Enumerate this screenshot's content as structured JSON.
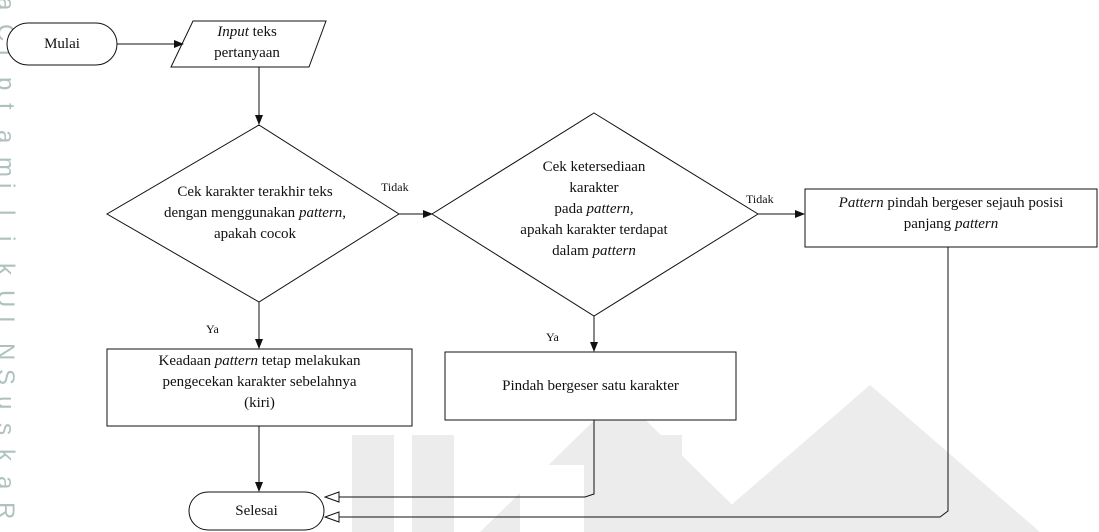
{
  "watermark": {
    "side_letters": [
      "a",
      "C",
      "i",
      "p",
      "t",
      "a",
      "m",
      "i",
      "l",
      "i",
      "k",
      "U",
      "I",
      "N",
      "S",
      "u",
      "s",
      "k",
      "a",
      "R"
    ],
    "color": "#6f8f8c"
  },
  "nodes": {
    "start": {
      "text": "Mulai"
    },
    "input": {
      "italic": "Input",
      "rest1": " teks",
      "line2": "pertanyaan"
    },
    "decision1": {
      "line1": "Cek karakter terakhir teks",
      "line2a": "dengan menggunakan ",
      "line2i": "pattern",
      "line2b": ",",
      "line3": "apakah cocok"
    },
    "decision2": {
      "line1": "Cek ketersediaan",
      "line2": "karakter",
      "line3a": "pada ",
      "line3i": "pattern,",
      "line4": "apakah karakter terdapat",
      "line5a": "dalam ",
      "line5i": "pattern"
    },
    "shift_pattern": {
      "italic": "Pattern",
      "rest1": " pindah bergeser sejauh posisi",
      "line2a": "panjang ",
      "line2i": "pattern"
    },
    "keep_state": {
      "line1a": "Keadaan ",
      "line1i": "pattern",
      "line1b": " tetap melakukan",
      "line2": "pengecekan karakter sebelahnya",
      "line3": "(kiri)"
    },
    "shift_one": {
      "text": "Pindah bergeser satu karakter"
    },
    "end": {
      "text": "Selesai"
    }
  },
  "edge_labels": {
    "tidak1": "Tidak",
    "tidak2": "Tidak",
    "ya1": "Ya",
    "ya2": "Ya"
  }
}
